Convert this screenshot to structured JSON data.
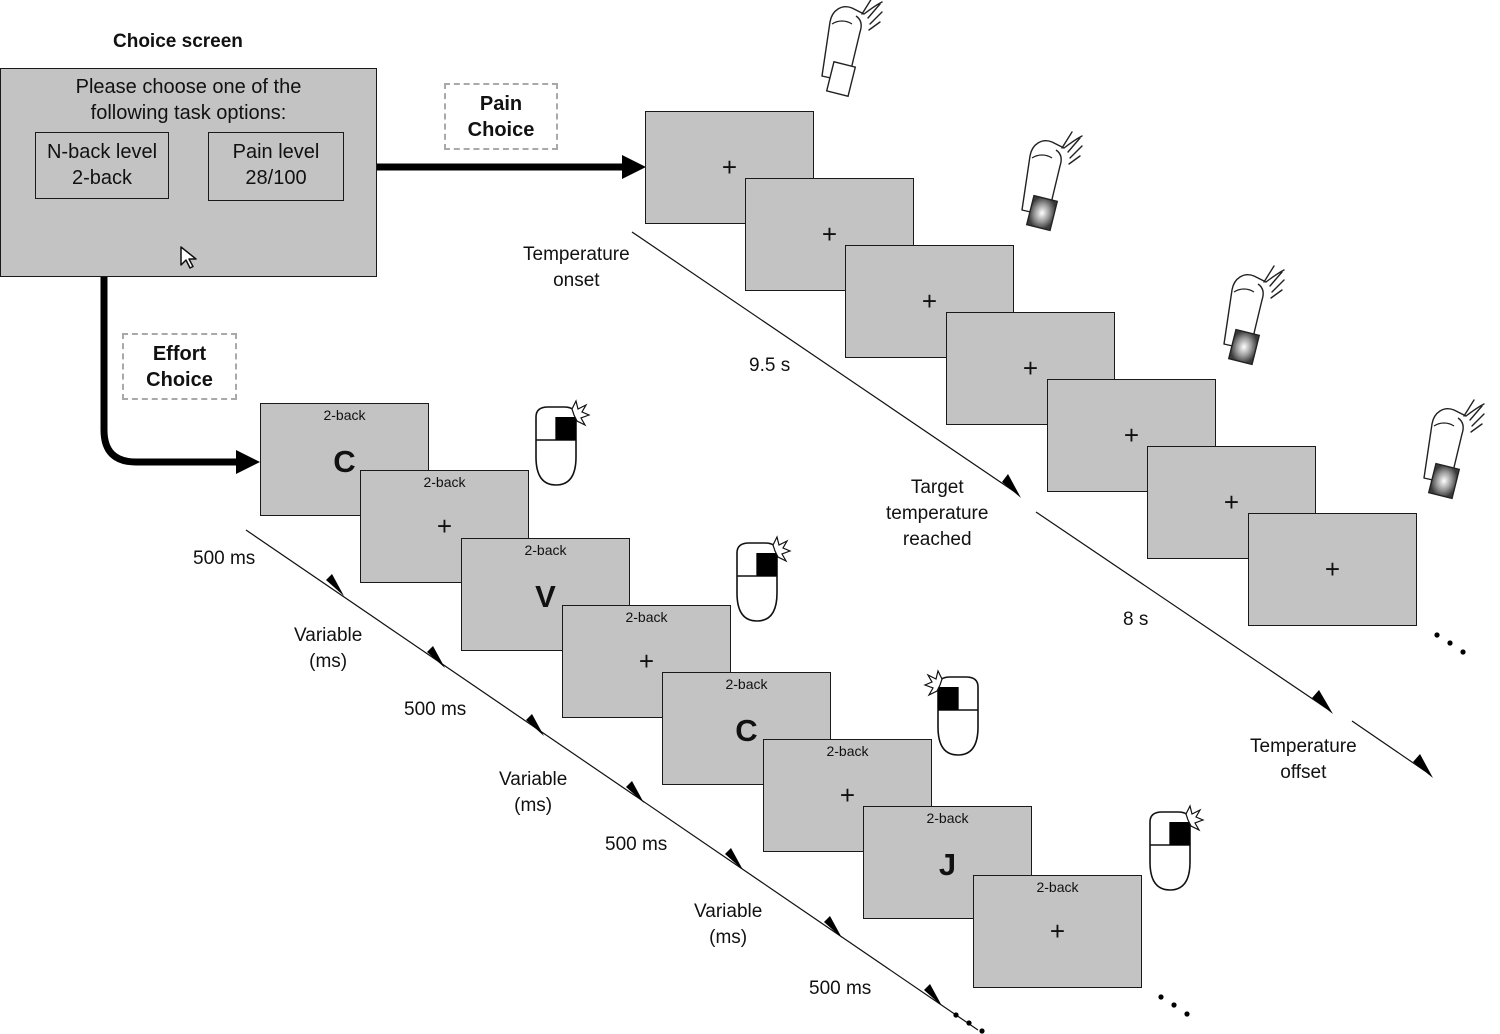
{
  "choice_screen": {
    "title": "Choice screen",
    "prompt_line1": "Please choose one of the",
    "prompt_line2": "following task options:",
    "option_effort": {
      "line1": "N-back level",
      "line2": "2-back"
    },
    "option_pain": {
      "line1": "Pain level",
      "line2": "28/100"
    }
  },
  "pain_branch": {
    "label_line1": "Pain",
    "label_line2": "Choice",
    "fixation": "+",
    "timeline": {
      "onset_line1": "Temperature",
      "onset_line2": "onset",
      "ramp_duration": "9.5 s",
      "target_line1": "Target",
      "target_line2": "temperature",
      "target_line3": "reached",
      "plateau_duration": "8 s",
      "offset_line1": "Temperature",
      "offset_line2": "offset"
    },
    "continuation": "..."
  },
  "effort_branch": {
    "label_line1": "Effort",
    "label_line2": "Choice",
    "nback_label": "2-back",
    "stimuli": [
      "C",
      "+",
      "V",
      "+",
      "C",
      "+",
      "J",
      "+"
    ],
    "timeline": {
      "stim_duration": "500 ms",
      "isi_line1": "Variable",
      "isi_line2": "(ms)"
    },
    "continuation": "..."
  },
  "icons": [
    "mouse-pointer-icon",
    "hand-thermode-icon",
    "mouse-click-icon"
  ]
}
